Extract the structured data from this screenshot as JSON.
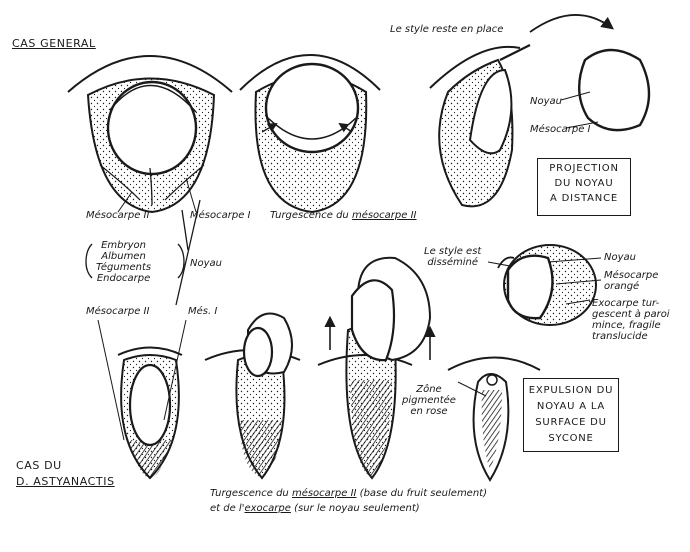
{
  "headings": {
    "general": "CAS GENERAL",
    "astyanactis_line1": "CAS DU",
    "astyanactis_line2": "D. ASTYANACTIS"
  },
  "labels": {
    "style_reste": "Le style reste en place",
    "noyau_top": "Noyau",
    "mesocarpe_I_top": "Mésocarpe I",
    "mesocarpe_II_a": "Mésocarpe II",
    "mesocarpe_I_a": "Mésocarpe I",
    "turgescence_prefix": "Turgescence du ",
    "turgescence_term": "mésocarpe II",
    "key_list": "Embryon\nAlbumen\nTéguments\nEndocarpe",
    "key_noyau": "Noyau",
    "mesocarpe_II_b": "Mésocarpe II",
    "mes_I_b": "Més. I",
    "style_dissemine": "Le style est\ndisséminé",
    "noyau_right": "Noyau",
    "mesocarpe_orange": "Mésocarpe\norangé",
    "exocarpe": "Exocarpe tur-\ngescent à paroi\nmince, fragile\ntranslucide",
    "zone_pigmentee": "Zône\npigmentée\nen rose",
    "caption_bottom_1a": "Turgescence du ",
    "caption_bottom_1b": "mésocarpe II",
    "caption_bottom_1c": " (base du fruit seulement)",
    "caption_bottom_2a": "et de l'",
    "caption_bottom_2b": "exocarpe",
    "caption_bottom_2c": " (sur le noyau seulement)"
  },
  "boxes": {
    "projection": "PROJECTION\nDU NOYAU\nA DISTANCE",
    "expulsion": "EXPULSION DU\nNOYAU A LA\nSURFACE DU\nSYCONE"
  },
  "colors": {
    "ink": "#1a1a1a",
    "paper": "#ffffff"
  }
}
